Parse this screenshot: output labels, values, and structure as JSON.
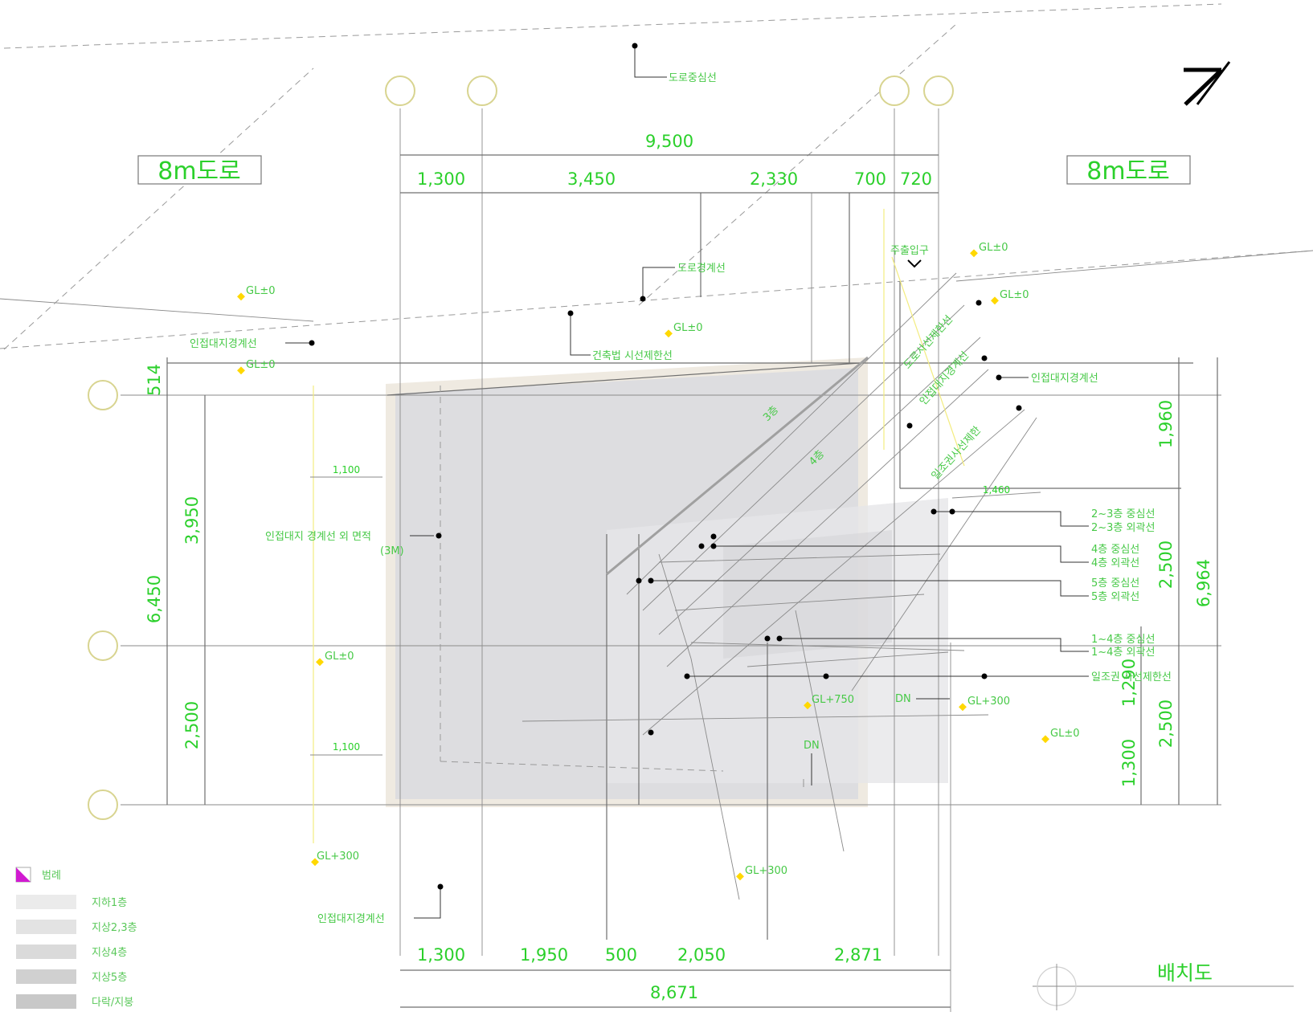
{
  "roads": {
    "left": "8m도로",
    "right": "8m도로"
  },
  "sheet_title": "배치도",
  "dims_top": {
    "overall": "9,500",
    "parts": [
      "1,300",
      "3,450",
      "2,330",
      "700",
      "720"
    ]
  },
  "dims_bottom": {
    "overall": "8,671",
    "parts": [
      "1,300",
      "1,950",
      "500",
      "2,050",
      "2,871"
    ]
  },
  "dims_left": {
    "small": "514",
    "upper": "3,950",
    "overall": "6,450",
    "lower": "2,500"
  },
  "dims_right": {
    "upper": "1,960",
    "mid": "2,500",
    "lower": "2,500",
    "overall": "6,964",
    "a": "1,290",
    "b": "1,300"
  },
  "small_dims": [
    "1,100",
    "1,100",
    "1,460"
  ],
  "annotations": {
    "road_center": "도로중심선",
    "road_boundary": "도로경계선",
    "adjacent_boundary_left": "인접대지경계선",
    "min_building_line": "건축법 시선제한선",
    "adjacent_boundary_right": "인접대지경계선",
    "parking_note_1": "인접대지 경계선 외 면적",
    "parking_note_2": "(3M)",
    "adjacent_boundary_bottom": "인접대지경계선",
    "entrance": "주출입구",
    "f23_center": "2~3층 중심선",
    "f23_outer": "2~3층 외곽선",
    "f4_center": "4층 중심선",
    "f4_outer": "4층 외곽선",
    "f5_center": "5층 중심선",
    "f5_outer": "5층 외곽선",
    "f1_center": "1~4층 중심선",
    "f1_outer": "1~4층 외곽선",
    "limit_line": "일조권 사선제한선",
    "diag_1": "3층",
    "diag_2": "4층",
    "diag_3": "도로사선제한선",
    "diag_4": "인접대지경계선",
    "diag_5": "일조권사선제한"
  },
  "levels": [
    "GL±0",
    "GL±0",
    "GL±0",
    "GL±0",
    "GL±0",
    "GL±0",
    "GL+300",
    "GL+750",
    "GL+300",
    "GL+300",
    "GL±0"
  ],
  "dn_marks": [
    "DN",
    "DN"
  ],
  "legend": {
    "header": "범례",
    "items": [
      {
        "label": "지하1층",
        "color": "#ebebeb"
      },
      {
        "label": "지상2,3층",
        "color": "#e3e3e3"
      },
      {
        "label": "지상4층",
        "color": "#dadada"
      },
      {
        "label": "지상5층",
        "color": "#d0d0d0"
      },
      {
        "label": "다락/지붕",
        "color": "#c8c8c8"
      }
    ]
  },
  "colors": {
    "text": "#2bd02b",
    "shade": "#dddde0",
    "level_marker": "#ffd800",
    "legend_marker": "#d11ad1"
  }
}
